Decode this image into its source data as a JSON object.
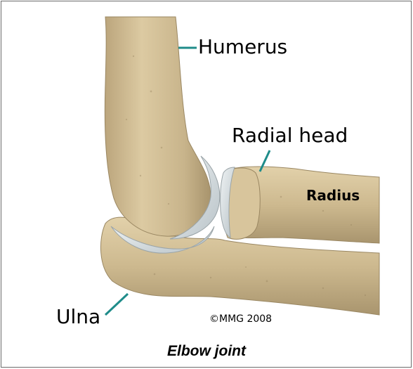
{
  "labels": {
    "humerus": "Humerus",
    "radial_head": "Radial head",
    "radius": "Radius",
    "ulna": "Ulna"
  },
  "copyright": "©MMG 2008",
  "caption": "Elbow joint",
  "colors": {
    "bone": "#d6c39a",
    "bone_shadow": "#b29f78",
    "cartilage": "#cfd6da",
    "leader_line": "#1f8c8a",
    "frame": "#6b6b6b"
  }
}
